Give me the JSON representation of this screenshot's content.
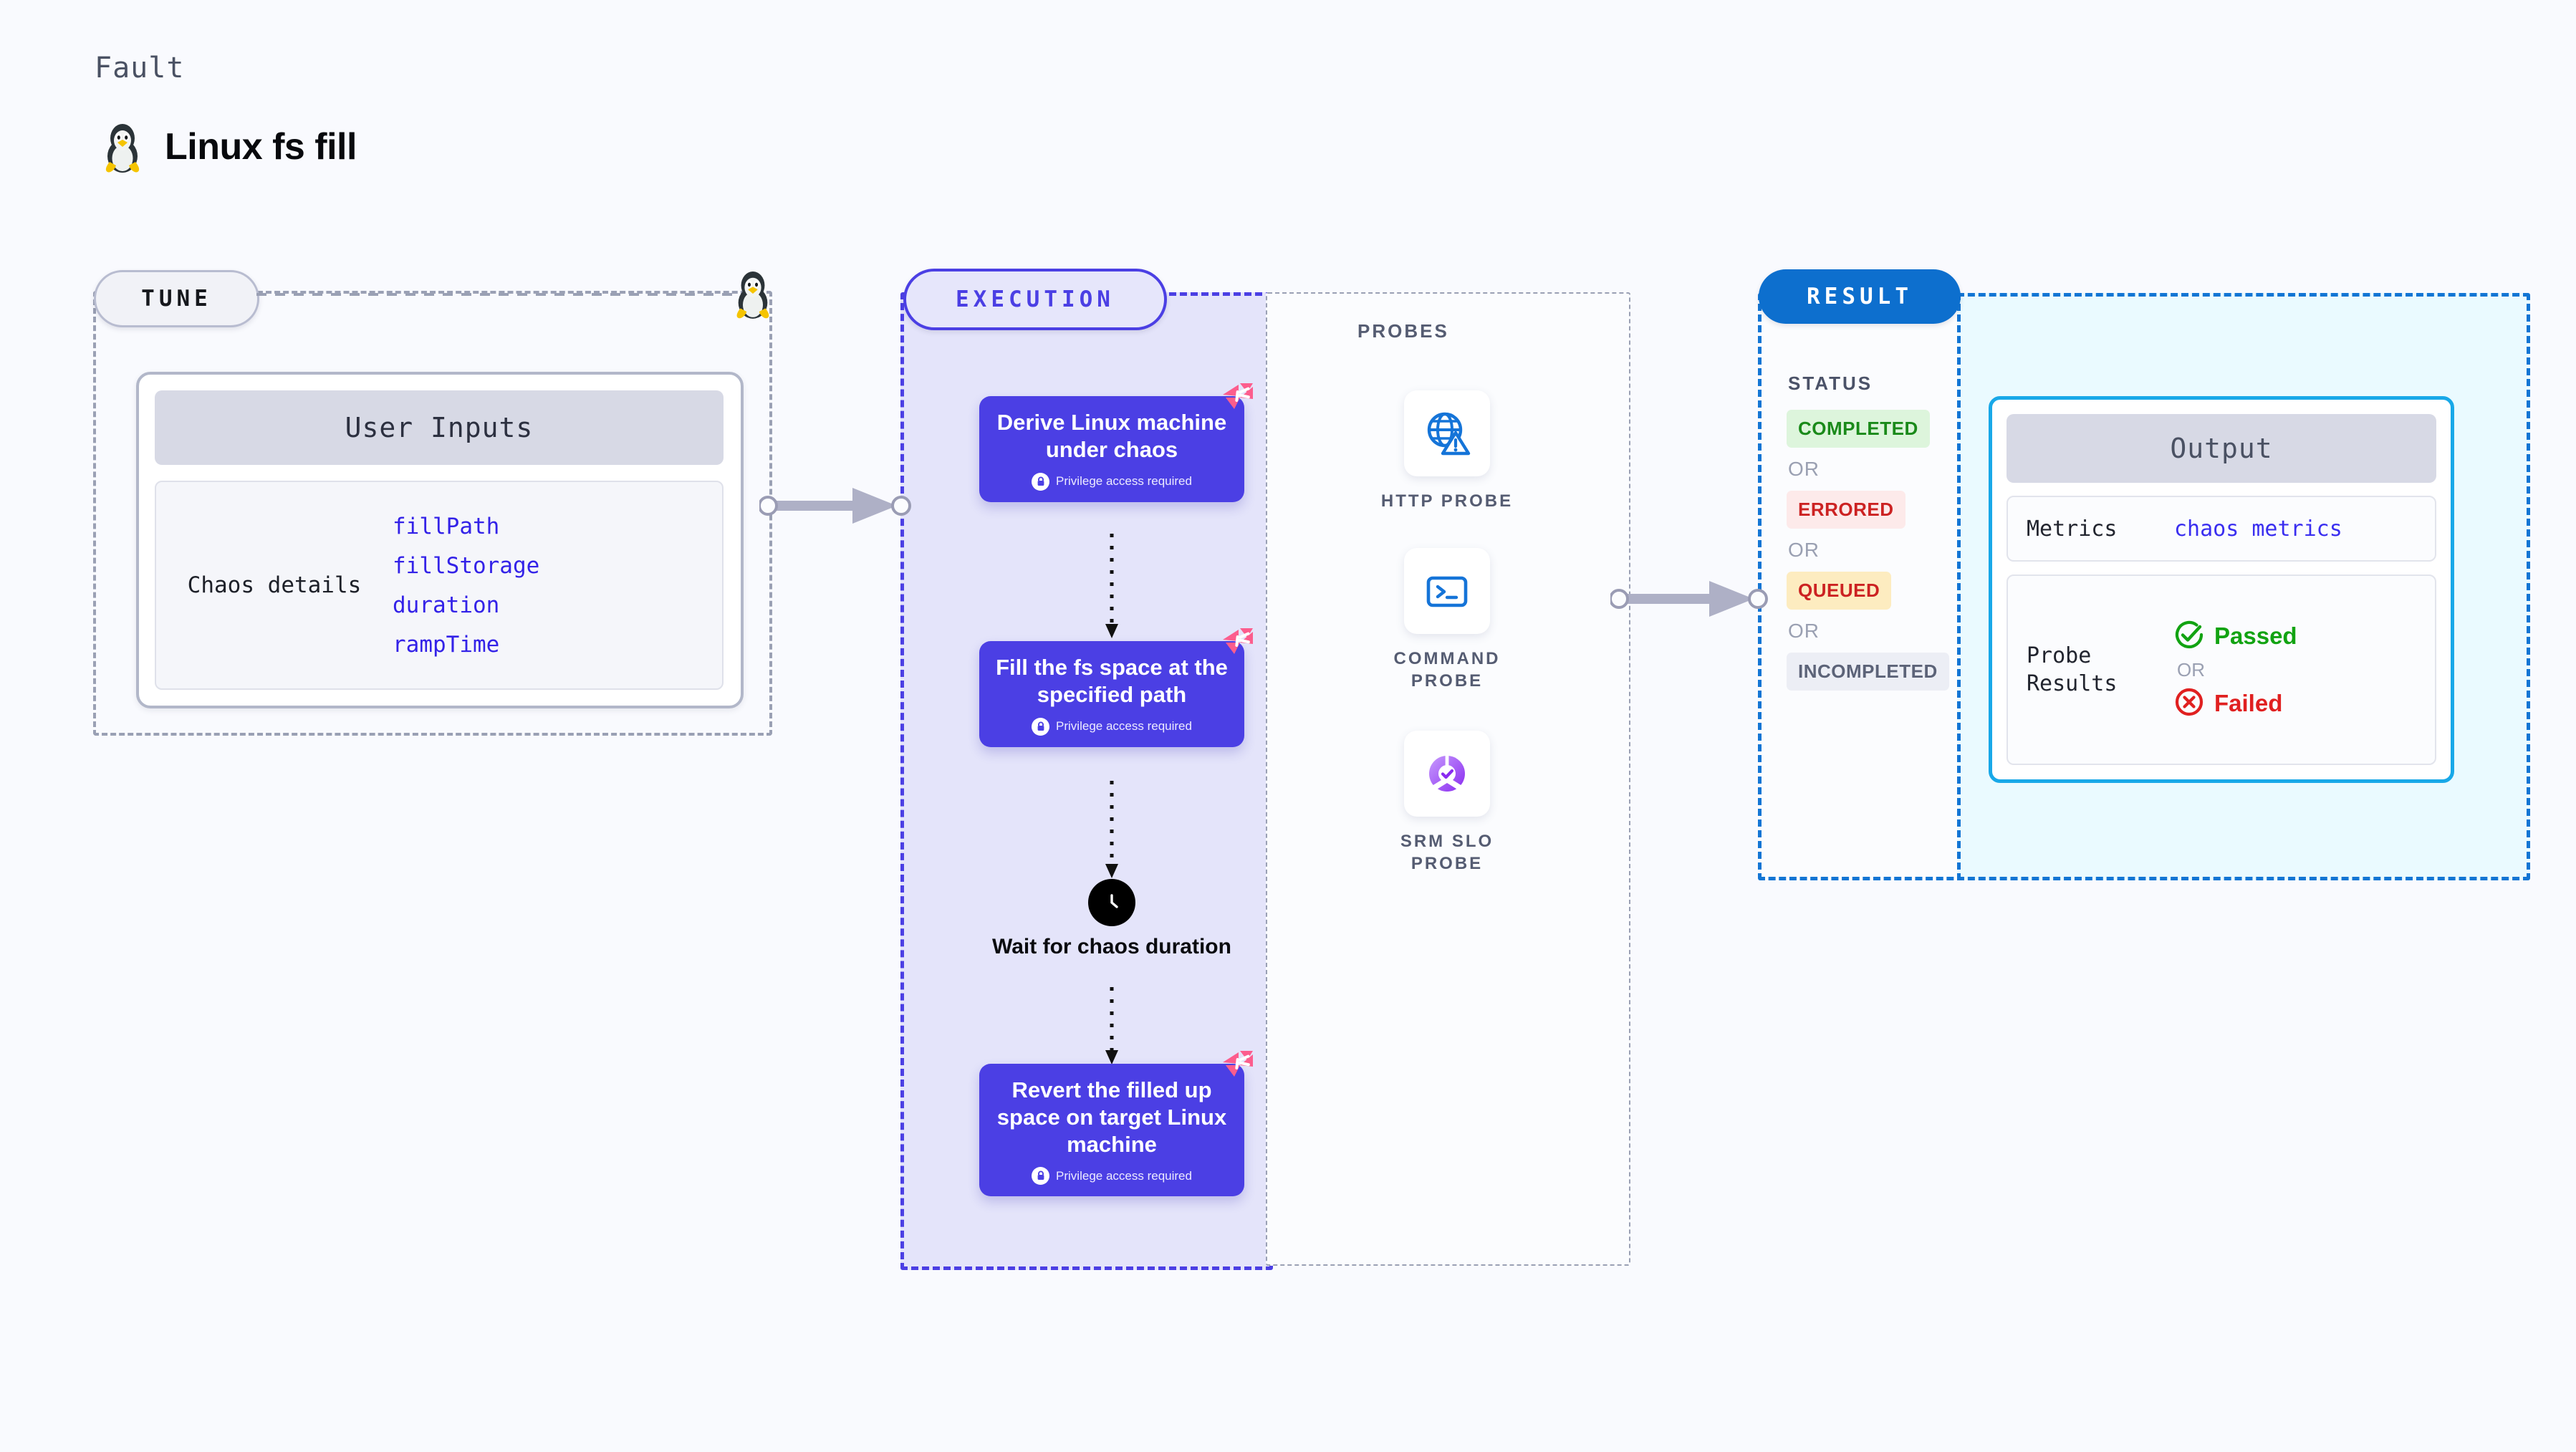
{
  "header": {
    "fault_label": "Fault",
    "title": "Linux fs fill",
    "icon": "linux-tux-icon"
  },
  "tune": {
    "badge": "TUNE",
    "icon": "linux-tux-icon",
    "user_inputs_header": "User Inputs",
    "chaos_details_label": "Chaos details",
    "params": [
      "fillPath",
      "fillStorage",
      "duration",
      "rampTime"
    ],
    "param_color": "#3322e8"
  },
  "execution": {
    "badge": "EXECUTION",
    "accent": "#4b3fe4",
    "privilege_text": "Privilege access required",
    "steps": [
      {
        "title": "Derive Linux machine under chaos",
        "privileged": true,
        "flag": "harness-flag-icon"
      },
      {
        "title": "Fill the fs space at the specified path",
        "privileged": true,
        "flag": "harness-flag-icon"
      },
      {
        "title": "Revert the filled up space on target Linux machine",
        "privileged": true,
        "flag": "harness-flag-icon"
      }
    ],
    "wait_node": {
      "label": "Wait for chaos duration",
      "icon": "clock-icon"
    }
  },
  "probes": {
    "label": "PROBES",
    "items": [
      {
        "label": "HTTP PROBE",
        "icon": "globe-warning-icon",
        "color": "#1574d8"
      },
      {
        "label": "COMMAND PROBE",
        "icon": "terminal-icon",
        "color": "#1574d8"
      },
      {
        "label": "SRM SLO PROBE",
        "icon": "slo-donut-check-icon",
        "color": "#9c4dfb"
      }
    ]
  },
  "result": {
    "badge": "RESULT",
    "status_label": "STATUS",
    "or_label": "OR",
    "statuses": [
      {
        "label": "COMPLETED",
        "text_color": "#1a8a1a",
        "bg_color": "#ddf5dc"
      },
      {
        "label": "ERRORED",
        "text_color": "#cc2222",
        "bg_color": "#fdeaea"
      },
      {
        "label": "QUEUED",
        "text_color": "#cc2222",
        "bg_color": "#fdecc0"
      },
      {
        "label": "INCOMPLETED",
        "text_color": "#5c6378",
        "bg_color": "#eceef5"
      }
    ],
    "output": {
      "header": "Output",
      "metrics_key": "Metrics",
      "metrics_value": "chaos metrics",
      "probe_results_key": "Probe Results",
      "passed_label": "Passed",
      "failed_label": "Failed",
      "passed_color": "#12a312",
      "failed_color": "#e02020"
    }
  }
}
